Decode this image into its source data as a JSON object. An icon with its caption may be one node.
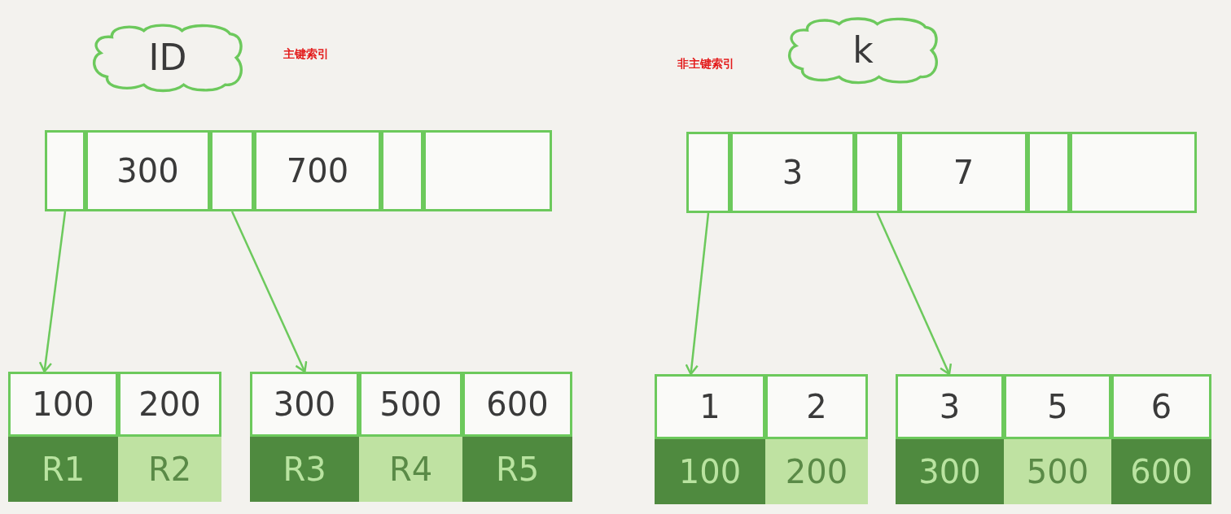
{
  "diagram": {
    "nodes": [
      {
        "text": [
          "ID"
        ]
      },
      {
        "text": [],
        "shape": "box"
      },
      {
        "text": [],
        "shape": "box",
        "in": 1
      },
      {
        "text": [
          "300"
        ],
        "in": 1
      },
      {
        "text": [],
        "shape": "box",
        "in": 1
      },
      {
        "text": [
          "700"
        ],
        "in": 1
      },
      {
        "text": [],
        "shape": "box",
        "in": 1
      },
      {
        "text": [],
        "shape": "box",
        "in": 1
      },
      {
        "text": [],
        "shape": "box"
      },
      {
        "text": [
          "100"
        ],
        "in": 8
      },
      {
        "text": [
          "200"
        ],
        "in": 8
      },
      {
        "text": [
          "R1"
        ],
        "in": 8
      },
      {
        "text": [
          "R2"
        ],
        "in": 8
      },
      {
        "text": [],
        "shape": "box"
      },
      {
        "text": [
          "300"
        ],
        "in": 13
      },
      {
        "text": [
          "500"
        ],
        "in": 13
      },
      {
        "text": [
          "600"
        ],
        "in": 13
      },
      {
        "text": [
          "R3"
        ],
        "in": 13
      },
      {
        "text": [
          "R4"
        ],
        "in": 13
      },
      {
        "text": [
          "R5"
        ],
        "in": 13
      },
      {
        "text": [
          "k"
        ]
      },
      {
        "text": [],
        "shape": "box"
      },
      {
        "text": [],
        "shape": "box",
        "in": 21
      },
      {
        "text": [
          "3"
        ],
        "in": 21
      },
      {
        "text": [],
        "shape": "box",
        "in": 21
      },
      {
        "text": [
          "7"
        ],
        "in": 21
      },
      {
        "text": [],
        "shape": "box",
        "in": 21
      },
      {
        "text": [],
        "shape": "box",
        "in": 21
      },
      {
        "text": [],
        "shape": "box"
      },
      {
        "text": [
          "1"
        ],
        "in": 28
      },
      {
        "text": [
          "2"
        ],
        "in": 28
      },
      {
        "text": [
          "100"
        ],
        "in": 28
      },
      {
        "text": [
          "200"
        ],
        "in": 28
      },
      {
        "text": [],
        "shape": "box"
      },
      {
        "text": [
          "3"
        ],
        "in": 33
      },
      {
        "text": [
          "5"
        ],
        "in": 33
      },
      {
        "text": [
          "6"
        ],
        "in": 33
      },
      {
        "text": [
          "300"
        ],
        "in": 33
      },
      {
        "text": [
          "500"
        ],
        "in": 33
      },
      {
        "text": [
          "600"
        ],
        "in": 33
      }
    ],
    "edges": [
      {
        "from": 2,
        "to": 8,
        "arrow": "to"
      },
      {
        "from": 4,
        "to": 13,
        "arrow": "to"
      },
      {
        "from": 22,
        "to": 28,
        "arrow": "to"
      },
      {
        "from": 24,
        "to": 33,
        "arrow": "to"
      }
    ],
    "labels": [
      "主键索引",
      "非主键索引"
    ]
  }
}
